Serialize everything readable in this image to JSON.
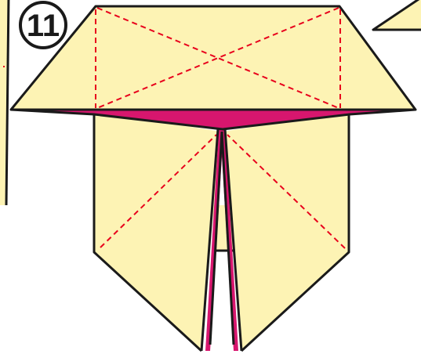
{
  "step": {
    "number": "11",
    "badge_style": "circled-number"
  },
  "colors": {
    "paper_front": "#fdf3b4",
    "paper_back": "#d7166e",
    "outline": "#1a1a1a",
    "fold_line": "#e8001c",
    "background": "#ffffff"
  },
  "fold_lines": {
    "style": "dashed",
    "type": "valley-fold"
  }
}
